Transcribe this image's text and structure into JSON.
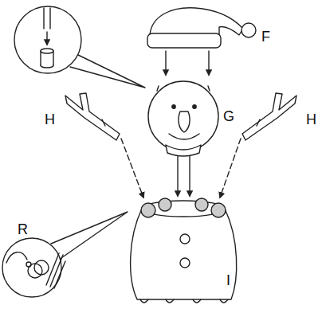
{
  "diagram": {
    "labels": [
      "F",
      "G",
      "H",
      "H",
      "R",
      "I"
    ]
  }
}
